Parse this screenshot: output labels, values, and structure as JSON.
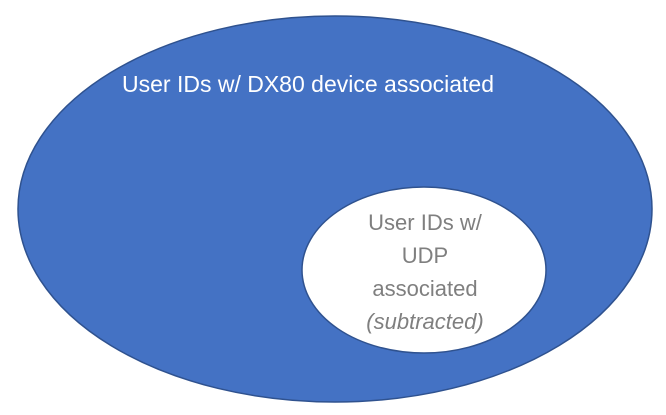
{
  "diagram": {
    "outer_set": {
      "label": "User IDs w/ DX80 device associated",
      "fill": "#4472c4",
      "stroke": "#2f528f"
    },
    "inner_set": {
      "label_lines": [
        "User IDs w/",
        "UDP",
        "associated"
      ],
      "note": "(subtracted)",
      "fill": "#ffffff",
      "stroke": "#2f528f",
      "text_color": "#7f7f7f"
    }
  }
}
